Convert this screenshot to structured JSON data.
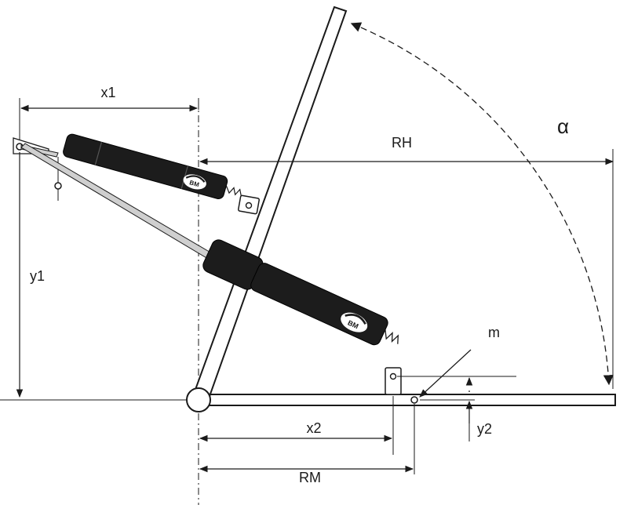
{
  "labels": {
    "x1": "x1",
    "y1": "y1",
    "rh": "RH",
    "alpha": "α",
    "m": "m",
    "x2": "x2",
    "y2": "y2",
    "rm": "RM"
  },
  "logos": {
    "upper": "BM",
    "lower": "BM"
  }
}
